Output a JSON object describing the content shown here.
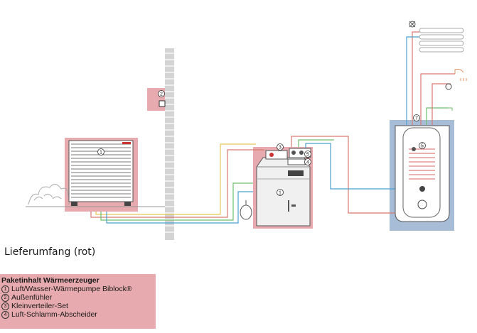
{
  "caption": "Lieferumfang (rot)",
  "legend": {
    "title": "Paketinhalt Wärmeerzeuger",
    "items": [
      {
        "num": "1",
        "text": "Luft/Wasser-Wärmepumpe Biblock®"
      },
      {
        "num": "2",
        "text": "Außenfühler"
      },
      {
        "num": "3",
        "text": "Kleinverteiler-Set"
      },
      {
        "num": "4",
        "text": "Luft-Schlamm-Abscheider"
      }
    ]
  },
  "markers": {
    "outdoor_unit": "1",
    "sensor": "2",
    "distributor": "3",
    "separator": "4",
    "module": "5",
    "indoor_unit": "1",
    "tank": "5",
    "mixer": "7"
  },
  "colors": {
    "delivery_red": "#e7aaae",
    "tank_blue": "#a7bcd6",
    "pipe_red": "#d97a72",
    "pipe_blue": "#4aa0d0",
    "pipe_green": "#6fbf6a",
    "pipe_yellow": "#e8c858",
    "wall": "#cfcfcf"
  }
}
